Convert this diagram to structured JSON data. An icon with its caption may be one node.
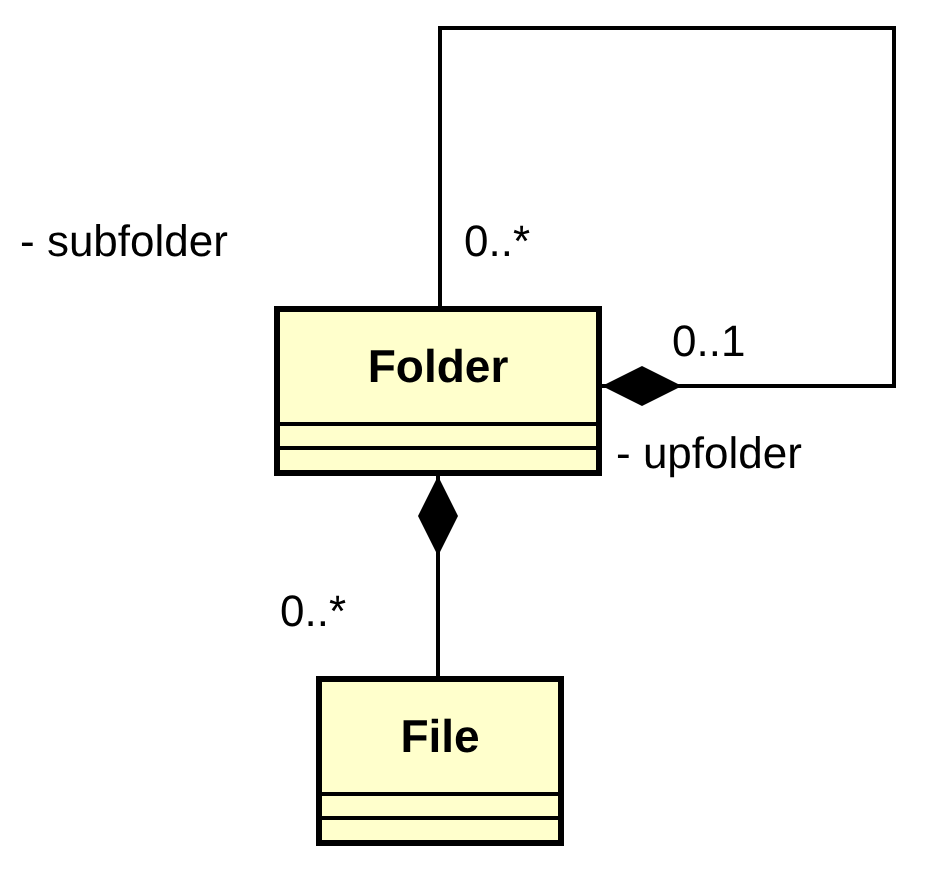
{
  "diagram": {
    "nodes": [
      {
        "text": [
          "Folder"
        ]
      },
      {
        "text": [
          "File"
        ]
      }
    ],
    "edges": [
      {
        "from": 0,
        "to": 0,
        "arrow": "other"
      },
      {
        "from": 0,
        "to": 1,
        "arrow": "other"
      }
    ],
    "labels": [
      "- subfolder",
      "0..*",
      "0..1",
      "- upfolder",
      "0..*"
    ]
  }
}
